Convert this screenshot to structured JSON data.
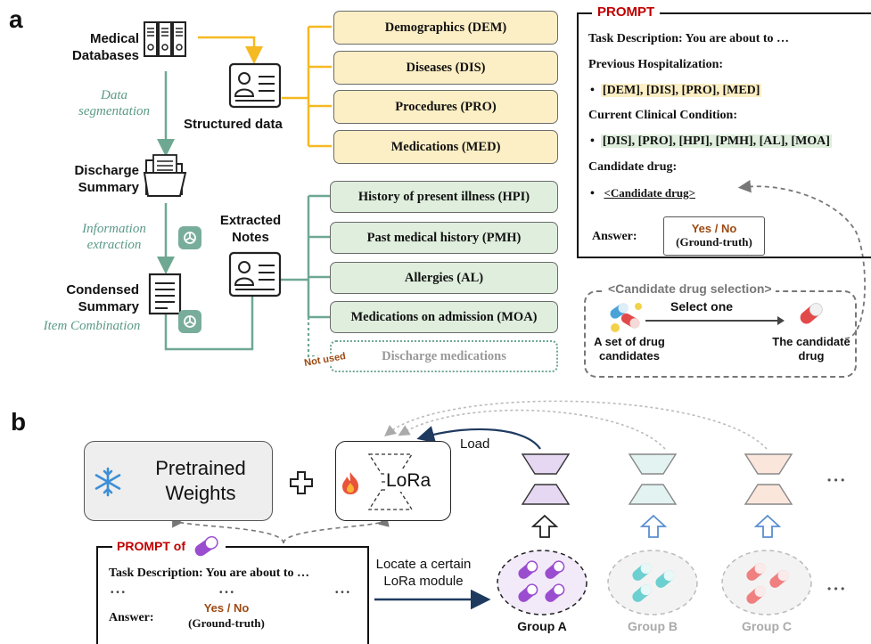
{
  "panel_a": {
    "letter": "a",
    "medical_databases": [
      "Medical",
      "Databases"
    ],
    "data_segmentation": [
      "Data",
      "segmentation"
    ],
    "structured_data": "Structured data",
    "discharge_summary": [
      "Discharge",
      "Summary"
    ],
    "information_extraction": [
      "Information",
      "extraction"
    ],
    "extracted_notes": [
      "Extracted",
      "Notes"
    ],
    "condensed_summary": [
      "Condensed",
      "Summary"
    ],
    "item_combination": "Item Combination",
    "structured_categories": [
      "Demographics (DEM)",
      "Diseases (DIS)",
      "Procedures (PRO)",
      "Medications (MED)"
    ],
    "note_categories": [
      "History of present illness (HPI)",
      "Past medical history (PMH)",
      "Allergies (AL)",
      "Medications on admission (MOA)"
    ],
    "discharge_medications": "Discharge medications",
    "not_used": "Not used",
    "prompt": {
      "title": "PROMPT",
      "task": "Task Description: You are about to …",
      "previous": "Previous Hospitalization:",
      "previous_items": "[DEM], [DIS], [PRO], [MED]",
      "current": "Current Clinical Condition:",
      "current_items": "[DIS], [PRO], [HPI], [PMH], [AL], [MOA]",
      "candidate": "Candidate drug:",
      "candidate_item": "<Candidate drug>",
      "answer": "Answer:",
      "yes_no": "Yes / No",
      "ground_truth": "(Ground-truth)"
    },
    "selection": {
      "title": "<Candidate drug selection>",
      "select_one": "Select one",
      "set_label": [
        "A set of drug",
        "candidates"
      ],
      "candidate_label": [
        "The candidate",
        "drug"
      ]
    }
  },
  "panel_b": {
    "letter": "b",
    "pretrained": [
      "Pretrained",
      "Weights"
    ],
    "lora": "LoRa",
    "load": "Load",
    "prompt_of": "PROMPT of",
    "task": "Task Description: You are about to …",
    "dots": "• • •",
    "answer": "Answer:",
    "yes_no": "Yes / No",
    "ground_truth": "(Ground-truth)",
    "locate": [
      "Locate a certain",
      "LoRa module"
    ],
    "groups": [
      "Group A",
      "Group B",
      "Group C"
    ],
    "ellipsis": "• • •"
  },
  "colors": {
    "yellow_fill": "#fdefc5",
    "green_fill": "#dfeedd",
    "yellow_line": "#f5b921",
    "green_line": "#6ea893",
    "prompt_red": "#c00000",
    "answer_brown": "#9c4a12",
    "navy": "#1f3a5f",
    "group_a_purple": "#9b4dd0",
    "group_b_teal": "#6ccfd0",
    "group_c_red": "#f08080"
  }
}
